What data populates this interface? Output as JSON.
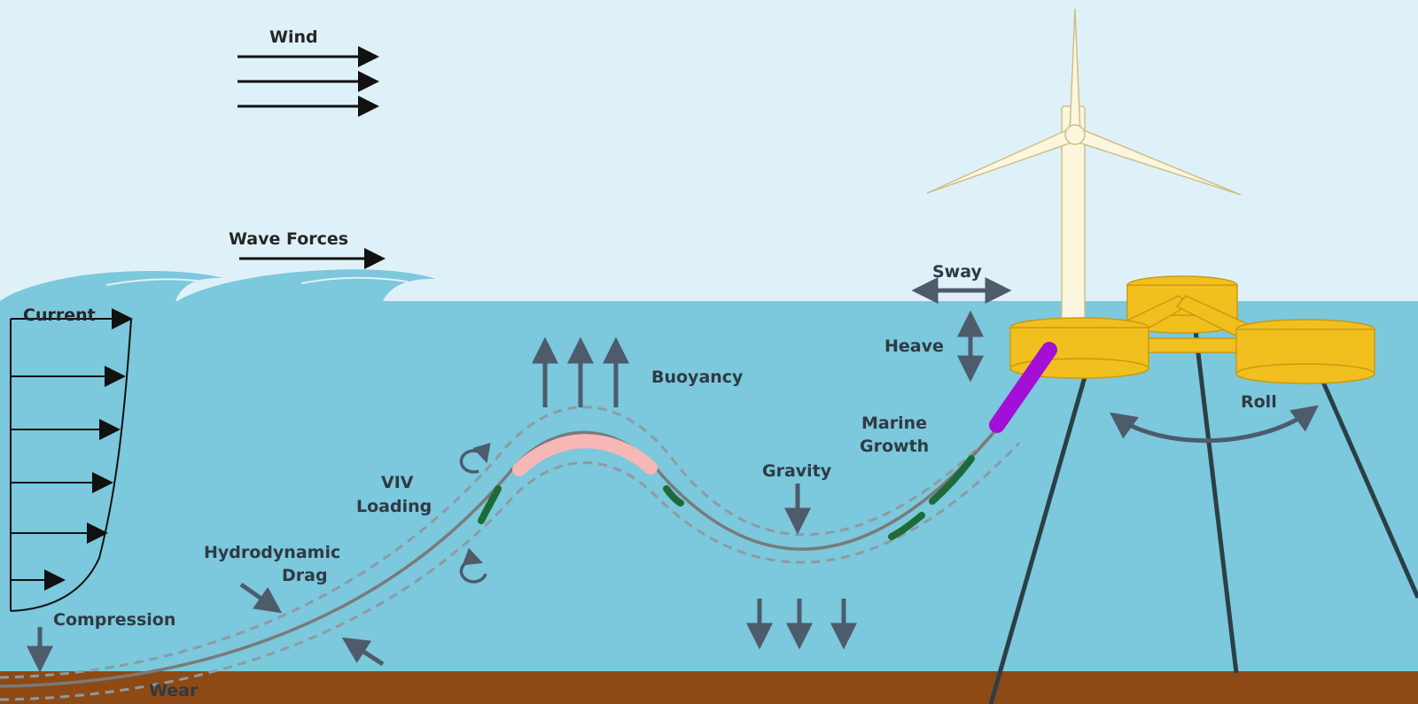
{
  "labels": {
    "wind": "Wind",
    "wave_forces": "Wave Forces",
    "current": "Current",
    "sway": "Sway",
    "heave": "Heave",
    "roll": "Roll",
    "buoyancy": "Buoyancy",
    "marine_growth_1": "Marine",
    "marine_growth_2": "Growth",
    "gravity": "Gravity",
    "viv_1": "VIV",
    "viv_2": "Loading",
    "drag_1": "Hydrodynamic",
    "drag_2": "Drag",
    "compression": "Compression",
    "wear": "Wear"
  },
  "colors": {
    "sky": "#dff1f8",
    "sea": "#7cc8dc",
    "seabed": "#8e4a14",
    "platform": "#f2c01e",
    "turbine": "#fbf6dc",
    "buoyancy_module": "#f7b7b7",
    "bend_stiffener": "#a30fd6",
    "marine_growth": "#1e6b3a",
    "arrow": "#4d5b6b"
  }
}
